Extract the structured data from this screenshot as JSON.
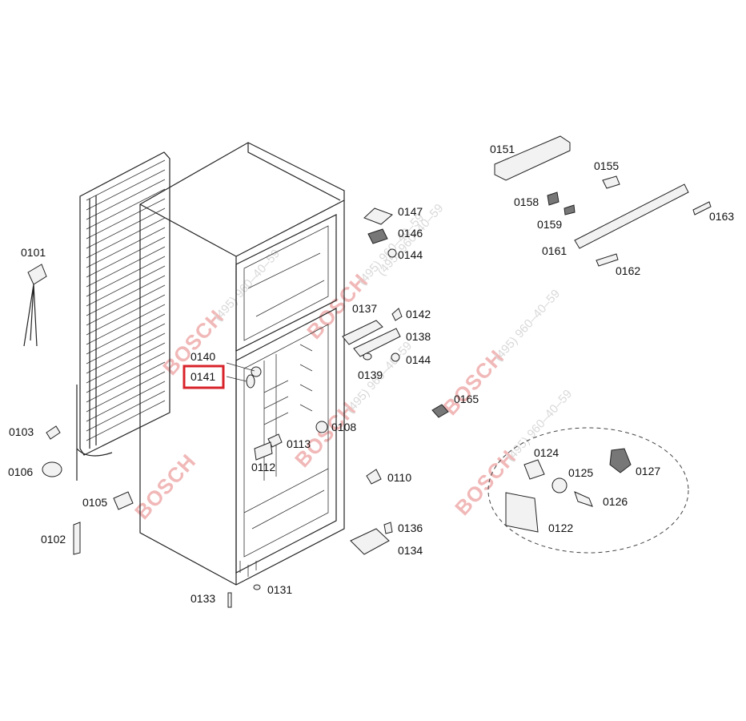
{
  "diagram": {
    "highlighted_part": "0141",
    "highlight_color": "#d8232a",
    "watermark_color": "#f1b8b8",
    "watermarks": [
      {
        "brand": "BOSCH",
        "phone": "(495) 960–40–59"
      },
      {
        "brand": "BOSCH",
        "phone": "(495) 960–40–59"
      },
      {
        "brand": "BOSCH",
        "phone": "(495) 960–40–59"
      },
      {
        "brand": "BOSCH",
        "phone": "(495) 960–40–59"
      },
      {
        "brand": "BOSCH",
        "phone": "(495) 960–40–59"
      },
      {
        "brand": "BOSCH",
        "phone": "(495) 960–40–59"
      },
      {
        "brand": "BOSCH",
        "phone": "(495) 960–40–59"
      }
    ],
    "parts": [
      {
        "id": "0151",
        "label": "0151"
      },
      {
        "id": "0155",
        "label": "0155"
      },
      {
        "id": "0158",
        "label": "0158"
      },
      {
        "id": "0159",
        "label": "0159"
      },
      {
        "id": "0161",
        "label": "0161"
      },
      {
        "id": "0162",
        "label": "0162"
      },
      {
        "id": "0163",
        "label": "0163"
      },
      {
        "id": "0101",
        "label": "0101"
      },
      {
        "id": "0147",
        "label": "0147"
      },
      {
        "id": "0146",
        "label": "0146"
      },
      {
        "id": "0144a",
        "label": "0144"
      },
      {
        "id": "0137",
        "label": "0137"
      },
      {
        "id": "0142",
        "label": "0142"
      },
      {
        "id": "0138",
        "label": "0138"
      },
      {
        "id": "0144b",
        "label": "0144"
      },
      {
        "id": "0139",
        "label": "0139"
      },
      {
        "id": "0140",
        "label": "0140"
      },
      {
        "id": "0141",
        "label": "0141"
      },
      {
        "id": "0165",
        "label": "0165"
      },
      {
        "id": "0108",
        "label": "0108"
      },
      {
        "id": "0103",
        "label": "0103"
      },
      {
        "id": "0113",
        "label": "0113"
      },
      {
        "id": "0112",
        "label": "0112"
      },
      {
        "id": "0106",
        "label": "0106"
      },
      {
        "id": "0110",
        "label": "0110"
      },
      {
        "id": "0105",
        "label": "0105"
      },
      {
        "id": "0124",
        "label": "0124"
      },
      {
        "id": "0125",
        "label": "0125"
      },
      {
        "id": "0127",
        "label": "0127"
      },
      {
        "id": "0126",
        "label": "0126"
      },
      {
        "id": "0122",
        "label": "0122"
      },
      {
        "id": "0136",
        "label": "0136"
      },
      {
        "id": "0102",
        "label": "0102"
      },
      {
        "id": "0134",
        "label": "0134"
      },
      {
        "id": "0131",
        "label": "0131"
      },
      {
        "id": "0133",
        "label": "0133"
      }
    ]
  }
}
